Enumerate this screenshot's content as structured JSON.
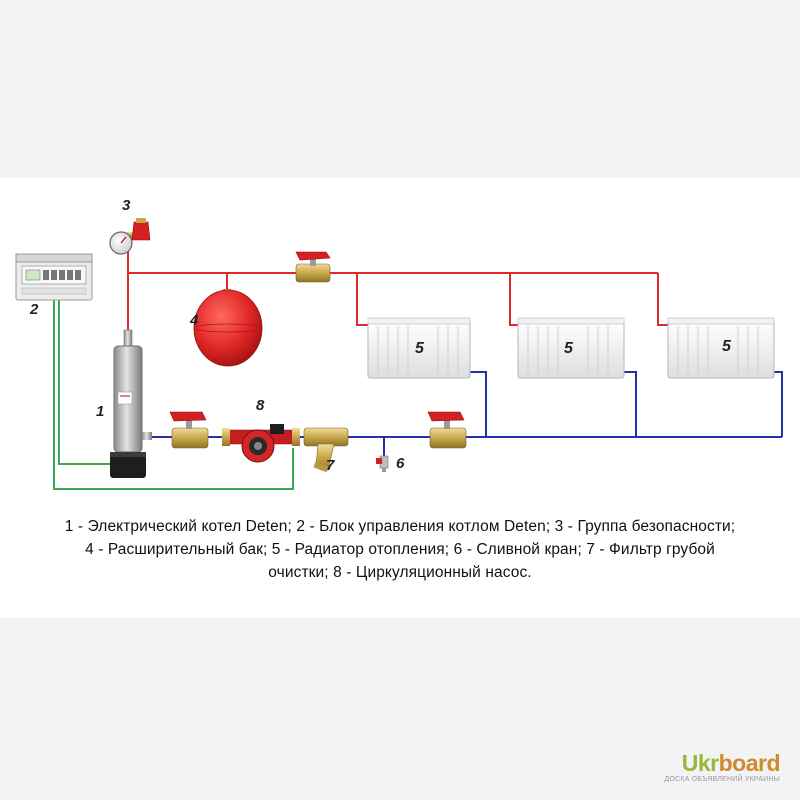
{
  "diagram": {
    "labels": {
      "boiler": "1",
      "control_unit": "2",
      "safety_group": "3",
      "expansion_tank": "4",
      "radiator": "5",
      "drain_valve": "6",
      "filter": "7",
      "pump": "8"
    },
    "caption": {
      "line1": "1 - Электрический котел Deten; 2 - Блок управления котлом Deten; 3 - Группа безопасности;",
      "line2": "4 - Расширительный бак; 5 - Радиатор отопления; 6 - Сливной кран; 7 - Фильтр грубой",
      "line3": "очистки; 8 - Циркуляционный насос."
    },
    "colors": {
      "supply_pipe": "#e0282a",
      "return_pipe": "#2233aa",
      "control_wire": "#3aa852",
      "valve_handle": "#d42020",
      "brass": "#c9a84a",
      "tank": "#e02626"
    },
    "icons": [
      "boiler-icon",
      "control-box-icon",
      "pressure-gauge-icon",
      "expansion-tank-icon",
      "radiator-icon",
      "ball-valve-icon",
      "pump-icon",
      "filter-icon",
      "drain-valve-icon"
    ]
  },
  "watermark": {
    "logo_left": "Ukr",
    "logo_right": "board",
    "tagline": "ДОСКА ОБЪЯВЛЕНИЙ УКРАИНЫ"
  }
}
